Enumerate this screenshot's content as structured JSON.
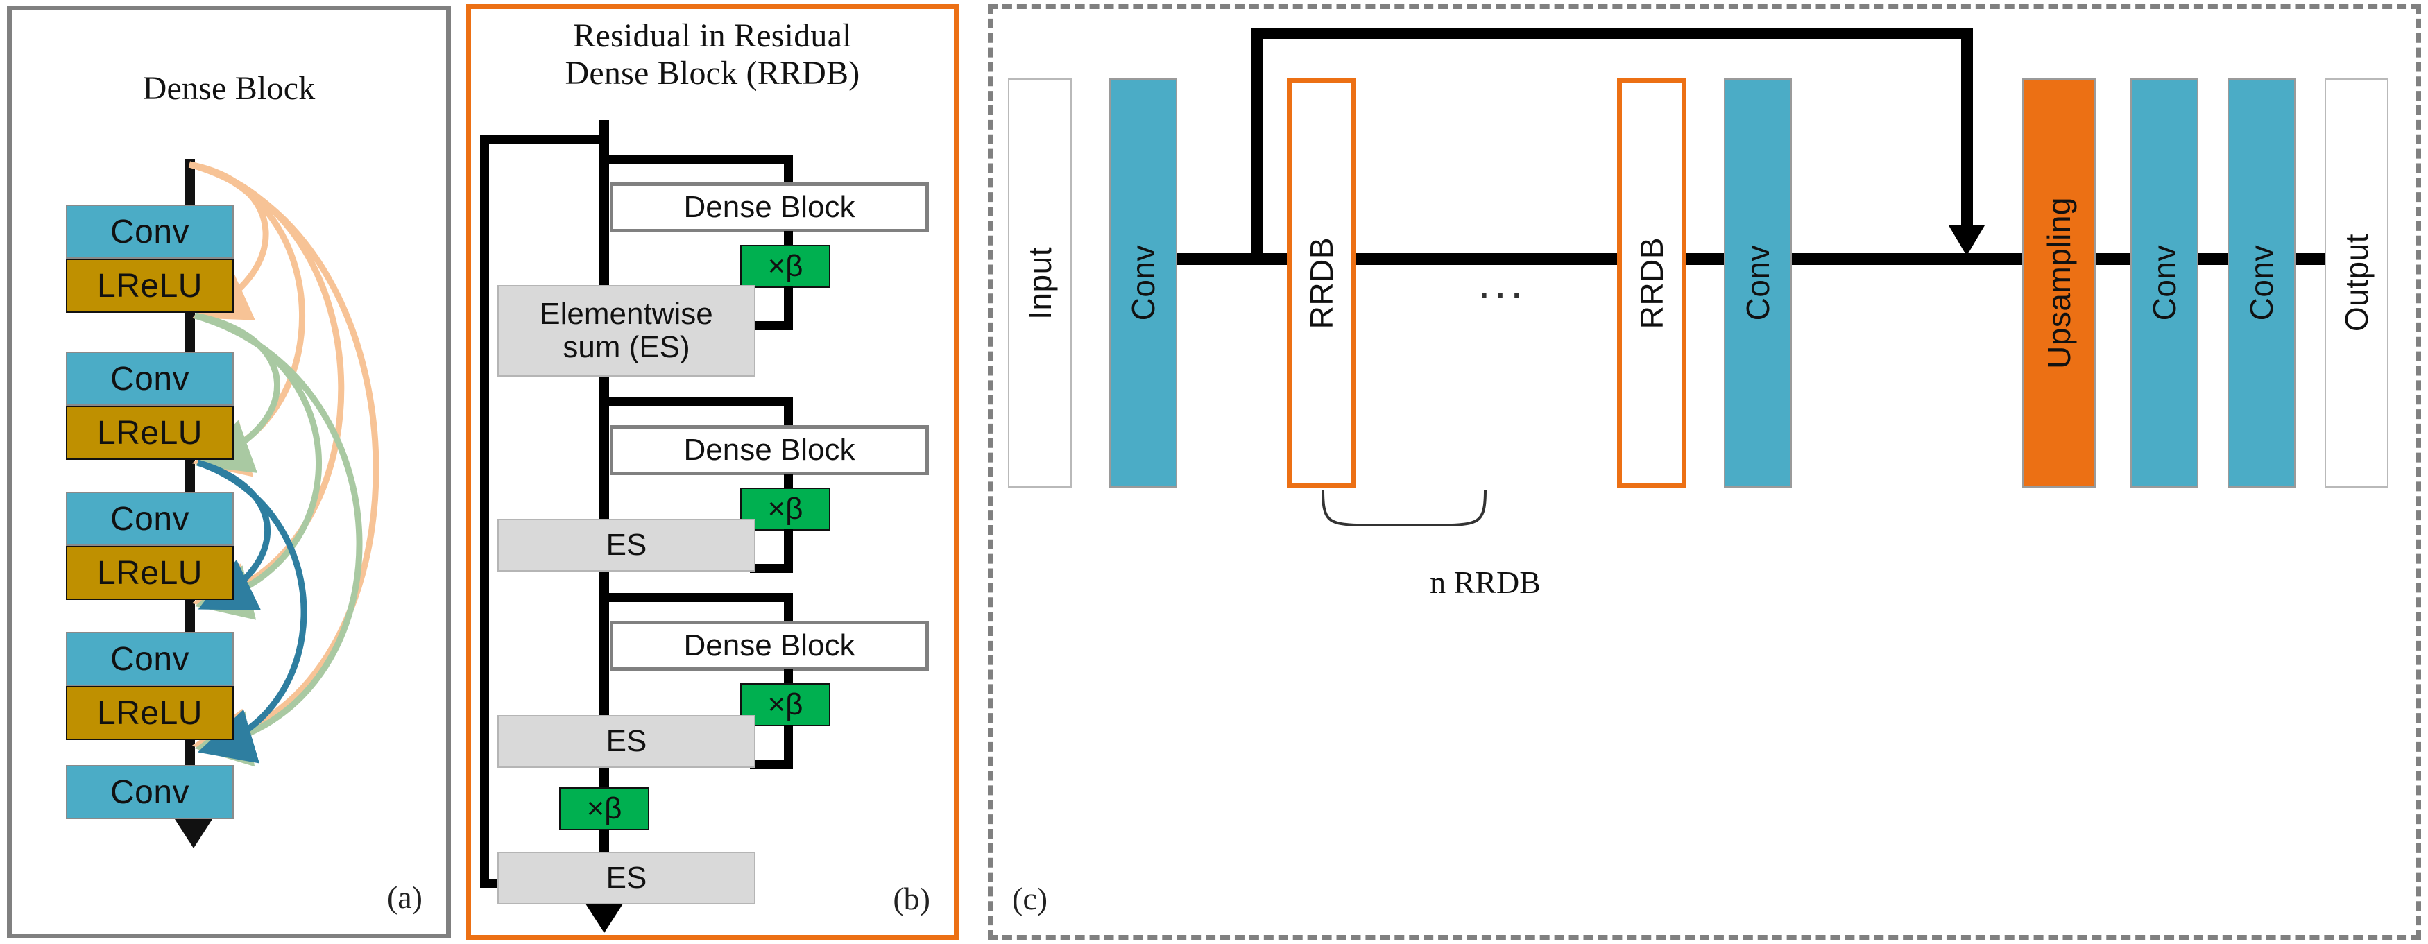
{
  "figure": {
    "panels": [
      {
        "tag": "(a)",
        "title": "Dense Block",
        "blocks": [
          {
            "label": "Conv",
            "type": "conv"
          },
          {
            "label": "LReLU",
            "type": "lrelu"
          },
          {
            "label": "Conv",
            "type": "conv"
          },
          {
            "label": "LReLU",
            "type": "lrelu"
          },
          {
            "label": "Conv",
            "type": "conv"
          },
          {
            "label": "LReLU",
            "type": "lrelu"
          },
          {
            "label": "Conv",
            "type": "conv"
          },
          {
            "label": "LReLU",
            "type": "lrelu"
          },
          {
            "label": "Conv",
            "type": "conv"
          }
        ],
        "skip_colors": [
          "#F7C396",
          "#A9C9A2",
          "#2E7EA0"
        ]
      },
      {
        "tag": "(b)",
        "title_line1": "Residual in Residual",
        "title_line2": "Dense Block (RRDB)",
        "nodes": [
          {
            "label": "Dense Block",
            "type": "dense-block"
          },
          {
            "label": "×β",
            "type": "beta"
          },
          {
            "label": "Elementwise\nsum (ES)",
            "type": "es-long"
          },
          {
            "label": "Dense Block",
            "type": "dense-block"
          },
          {
            "label": "×β",
            "type": "beta"
          },
          {
            "label": "ES",
            "type": "es"
          },
          {
            "label": "Dense Block",
            "type": "dense-block"
          },
          {
            "label": "×β",
            "type": "beta"
          },
          {
            "label": "ES",
            "type": "es"
          },
          {
            "label": "×β",
            "type": "beta"
          },
          {
            "label": "ES",
            "type": "es"
          }
        ]
      },
      {
        "tag": "(c)",
        "bars": [
          {
            "label": "Input",
            "type": "plain"
          },
          {
            "label": "Conv",
            "type": "conv"
          },
          {
            "label": "RRDB",
            "type": "rrdb"
          },
          {
            "label": "RRDB",
            "type": "rrdb"
          },
          {
            "label": "Conv",
            "type": "conv"
          },
          {
            "label": "Upsampling",
            "type": "upsampling"
          },
          {
            "label": "Conv",
            "type": "conv"
          },
          {
            "label": "Conv",
            "type": "conv"
          },
          {
            "label": "Output",
            "type": "plain"
          }
        ],
        "ellipsis": "...",
        "brace_label": "n RRDB"
      }
    ],
    "colors": {
      "conv_blue": "#4BACC6",
      "lrelu_gold": "#BF9000",
      "beta_green": "#00B050",
      "rrdb_orange": "#EC7014",
      "es_gray": "#D9D9D9",
      "panel_border_gray": "#808080",
      "flow_black": "#000000"
    }
  }
}
